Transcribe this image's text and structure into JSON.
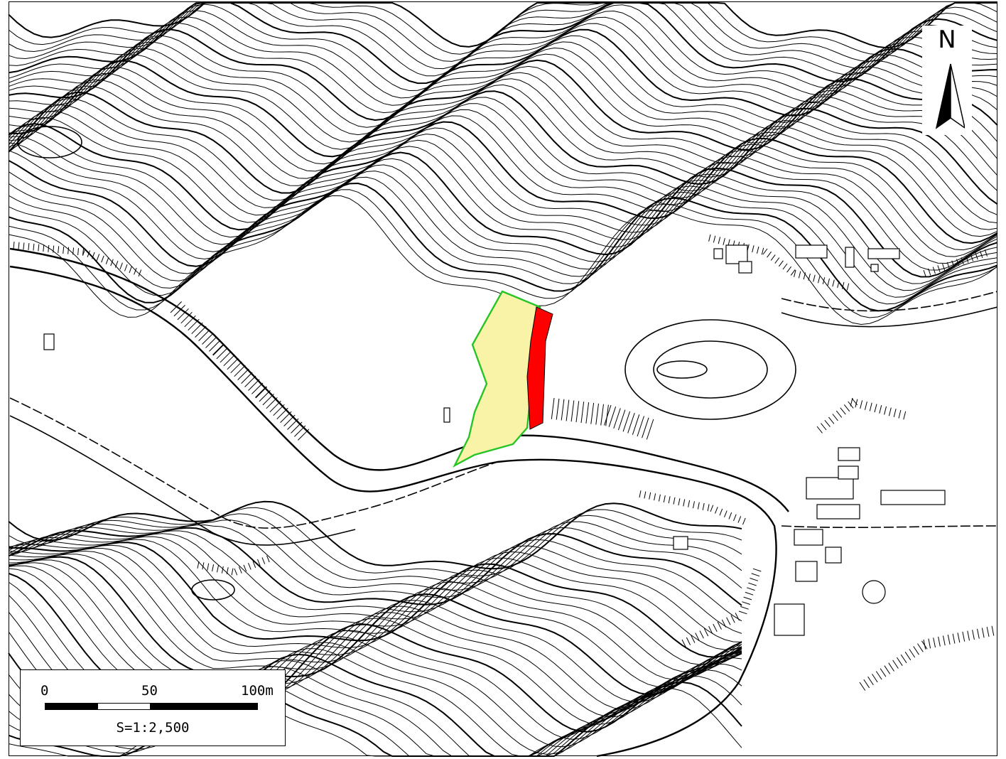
{
  "map": {
    "north_label": "N",
    "scale": {
      "tick_0": "0",
      "tick_50": "50",
      "tick_100": "100m",
      "ratio": "S=1:2,500"
    },
    "colors": {
      "background": "#ffffff",
      "contour": "#000000",
      "area_fill": "#f8f3a6",
      "area_outline": "#27c427",
      "hazard_fill": "#ff0000"
    }
  }
}
